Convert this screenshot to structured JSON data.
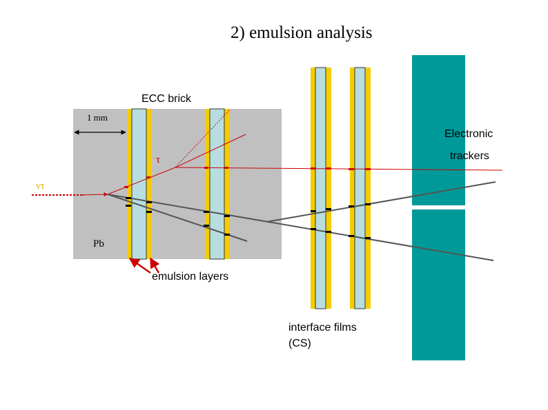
{
  "title": "2) emulsion analysis",
  "labels": {
    "ecc_brick": "ECC brick",
    "scale": "1 mm",
    "tau": "τ",
    "nu_tau": "ντ",
    "pb": "Pb",
    "emulsion_layers": "emulsion layers",
    "electronic_line1": "Electronic",
    "electronic_line2": "trackers",
    "interface_line1": "interface films",
    "interface_line2": "(CS)"
  },
  "colors": {
    "brick": "#c0c0c0",
    "film_core": "#b8dde0",
    "film_base": "#f5cc00",
    "tracker": "#009999",
    "tau_track": "#cc0000",
    "track": "#555555",
    "text": "#000000"
  }
}
